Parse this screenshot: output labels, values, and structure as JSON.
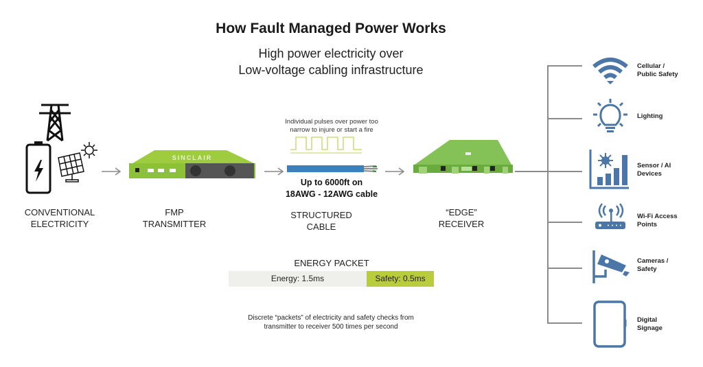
{
  "title": "How Fault Managed Power Works",
  "subtitle": [
    "High power electricity over",
    "Low-voltage cabling infrastructure"
  ],
  "stages": [
    {
      "line1": "CONVENTIONAL",
      "line2": "ELECTRICITY"
    },
    {
      "line1": "FMP",
      "line2": "TRANSMITTER"
    },
    {
      "line1": "STRUCTURED",
      "line2": "CABLE"
    },
    {
      "line1": "“EDGE”",
      "line2": "RECEIVER"
    }
  ],
  "transmitter_brand": "SINCLAIR",
  "pulse_note": [
    "Individual pulses over power too",
    "narrow to injure or start a fire"
  ],
  "cable_spec": [
    "Up to 6000ft on",
    "18AWG - 12AWG cable"
  ],
  "energy_packet": {
    "label": "ENERGY PACKET",
    "energy": "Energy: 1.5ms",
    "safety": "Safety: 0.5ms",
    "energy_ms": 1.5,
    "safety_ms": 0.5
  },
  "footnote": [
    "Discrete “packets” of electricity and safety checks from",
    "transmitter to receiver 500 times per second"
  ],
  "devices": [
    {
      "icon": "wifi-signal-icon",
      "line1": "Cellular /",
      "line2": "Public Safety"
    },
    {
      "icon": "lightbulb-icon",
      "line1": "Lighting",
      "line2": ""
    },
    {
      "icon": "sensor-chart-icon",
      "line1": "Sensor / AI",
      "line2": "Devices"
    },
    {
      "icon": "router-icon",
      "line1": "Wi-Fi Access",
      "line2": "Points"
    },
    {
      "icon": "camera-icon",
      "line1": "Cameras /",
      "line2": "Safety"
    },
    {
      "icon": "tablet-icon",
      "line1": "Digital",
      "line2": "Signage"
    }
  ],
  "colors": {
    "accent_green": "#b8cc3e",
    "device_blue": "#4a76a8",
    "packet_gray": "#efefeb"
  }
}
